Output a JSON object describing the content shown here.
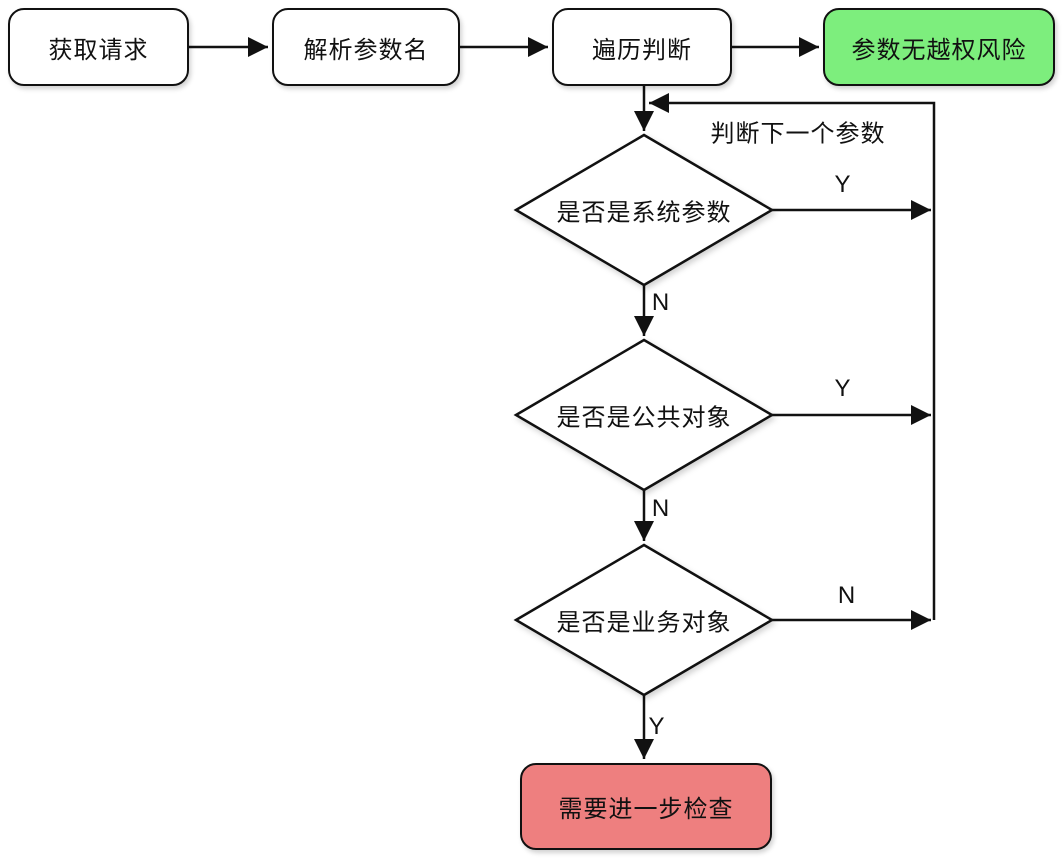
{
  "diagram": {
    "nodes": {
      "get_request": {
        "label": "获取请求",
        "type": "process"
      },
      "parse_param_name": {
        "label": "解析参数名",
        "type": "process"
      },
      "traverse_judge": {
        "label": "遍历判断",
        "type": "process"
      },
      "no_override_risk": {
        "label": "参数无越权风险",
        "type": "success"
      },
      "is_system_param": {
        "label": "是否是系统参数",
        "type": "decision"
      },
      "is_public_object": {
        "label": "是否是公共对象",
        "type": "decision"
      },
      "is_business_object": {
        "label": "是否是业务对象",
        "type": "decision"
      },
      "need_further_check": {
        "label": "需要进一步检查",
        "type": "danger"
      }
    },
    "edge_labels": {
      "loop_next_param": "判断下一个参数",
      "sys_param_yes": "Y",
      "sys_param_no": "N",
      "public_obj_yes": "Y",
      "public_obj_no": "N",
      "business_obj_no": "N",
      "business_obj_yes": "Y"
    },
    "colors": {
      "line": "#111111",
      "process_fill": "#ffffff",
      "success_fill": "#7dee7d",
      "danger_fill": "#ee7f7f"
    }
  }
}
